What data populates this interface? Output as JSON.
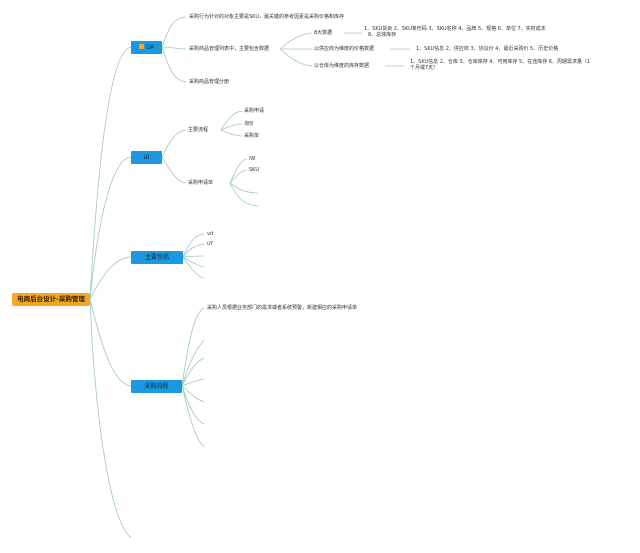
{
  "root": {
    "label": "电商后台设计-采购管理"
  },
  "branch1": {
    "label": "ü¥",
    "children": [
      "采购行为针对的对象主要是SKU，最关键的参考因素是采购价格和库存",
      "采购商品管理列表中，主要包含数据",
      "采购商品管理分册"
    ],
    "data_groups": [
      {
        "label": "8大数据",
        "detail_line1": "1、SKU货目 2、SKU条形码 3、SKU名称 4、品牌 5、规格 6、单位 7、实时成本",
        "detail_line2": "8、总体库存"
      },
      {
        "label": "以供应商为维度的价格数据",
        "detail": "1、SKU信息 2、供应商 3、协议价 4、最近采购价 5、历史价格"
      },
      {
        "label": "以仓库为维度的库存数据",
        "detail_line1": "1、SKU信息 2、仓库 3、仓库库存 4、可用库存 5、在途库存 6、周期需求量（1",
        "detail_line2": "个月或7天）"
      }
    ]
  },
  "branch2": {
    "label": "üì",
    "main_flow": {
      "label": "主要流程",
      "items": [
        "采购申请",
        "询价",
        "采购单"
      ]
    },
    "request": {
      "label": "采购申请单",
      "items": [
        "ïW",
        "SKU"
      ]
    }
  },
  "branch3": {
    "label": "主要包括",
    "items": [
      "vd",
      "üY"
    ]
  },
  "branch4": {
    "label": "采购流程",
    "items": [
      "采购人员根据业务部门的需求或者系统预警，新建相应的采购申请单"
    ]
  }
}
